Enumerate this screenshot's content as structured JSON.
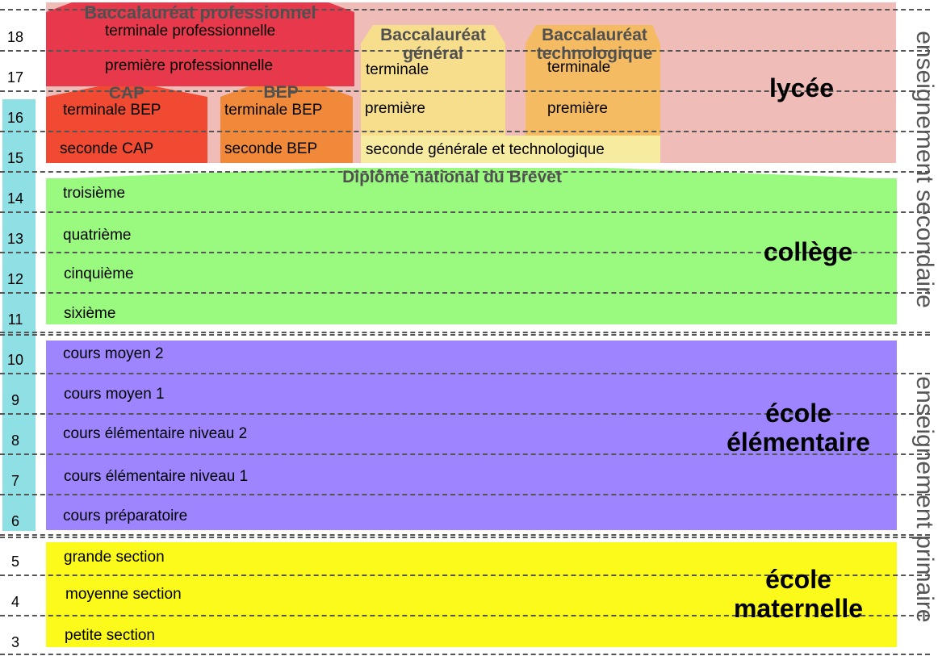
{
  "ages": [
    "18",
    "17",
    "16",
    "15",
    "14",
    "13",
    "12",
    "11",
    "10",
    "9",
    "8",
    "7",
    "6",
    "5",
    "4",
    "3"
  ],
  "diplomas": {
    "bac_pro": "Baccalauréat professionnel",
    "bac_gen_1": "Baccalauréat",
    "bac_gen_2": "général",
    "bac_tech_1": "Baccalauréat",
    "bac_tech_2": "technologique",
    "cap": "CAP",
    "bep": "BEP",
    "brevet": "Diplôme national du Brevet"
  },
  "lycee": {
    "title": "lycée",
    "pro_terminale": "terminale professionnelle",
    "pro_premiere": "première professionnelle",
    "cap_terminale": "terminale BEP",
    "cap_seconde": "seconde CAP",
    "bep_terminale": "terminale BEP",
    "bep_seconde": "seconde BEP",
    "gen_terminale": "terminale",
    "gen_premiere": "première",
    "tech_terminale": "terminale",
    "tech_premiere": "première",
    "seconde_gt": "seconde générale et technologique"
  },
  "college": {
    "title": "collège",
    "grades": [
      "troisième",
      "quatrième",
      "cinquième",
      "sixième"
    ]
  },
  "elementaire": {
    "title_1": "école",
    "title_2": "élémentaire",
    "grades": [
      "cours moyen 2",
      "cours moyen 1",
      "cours élémentaire niveau 2",
      "cours élémentaire niveau 1",
      "cours préparatoire"
    ]
  },
  "maternelle": {
    "title_1": "école",
    "title_2": "maternelle",
    "grades": [
      "grande section",
      "moyenne section",
      "petite section"
    ]
  },
  "side": {
    "secondaire": "enseignement secondaire",
    "primaire": "enseignement primaire"
  },
  "colors": {
    "lycee_bg": "#f0bcb8",
    "bac_pro": "#e8394c",
    "cap": "#f04a32",
    "bep": "#f08a3a",
    "bac_gen": "#f7de8c",
    "bac_tech": "#f4bb62",
    "seconde_gt": "#f7eba0",
    "college": "#99fa7f",
    "elementaire": "#9f84ff",
    "maternelle": "#fcfa1a",
    "compulsory": "#8fe0e4"
  }
}
